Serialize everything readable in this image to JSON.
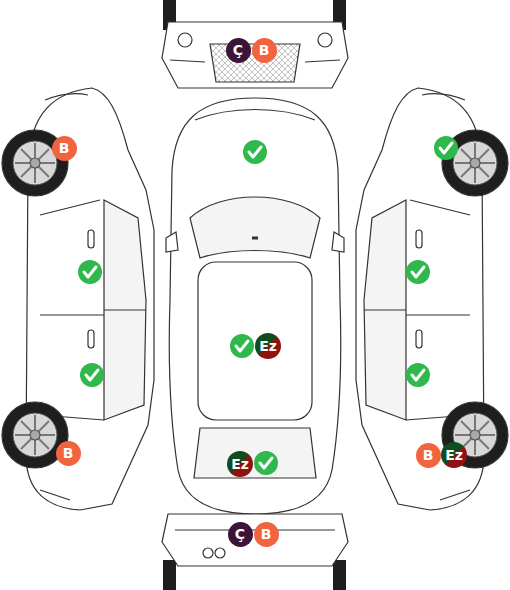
{
  "diagram": {
    "nodes": [
      {
        "text": [
          "Ç"
        ]
      },
      {
        "text": [
          "B"
        ]
      },
      {
        "text": [
          "B"
        ]
      },
      {
        "text": [
          "Ez"
        ]
      },
      {
        "text": [
          "B"
        ]
      },
      {
        "text": [
          "B"
        ]
      },
      {
        "text": [
          "Ez"
        ]
      },
      {
        "text": [
          "Ez"
        ]
      },
      {
        "text": [
          "Ç"
        ]
      },
      {
        "text": [
          "B"
        ]
      }
    ]
  }
}
